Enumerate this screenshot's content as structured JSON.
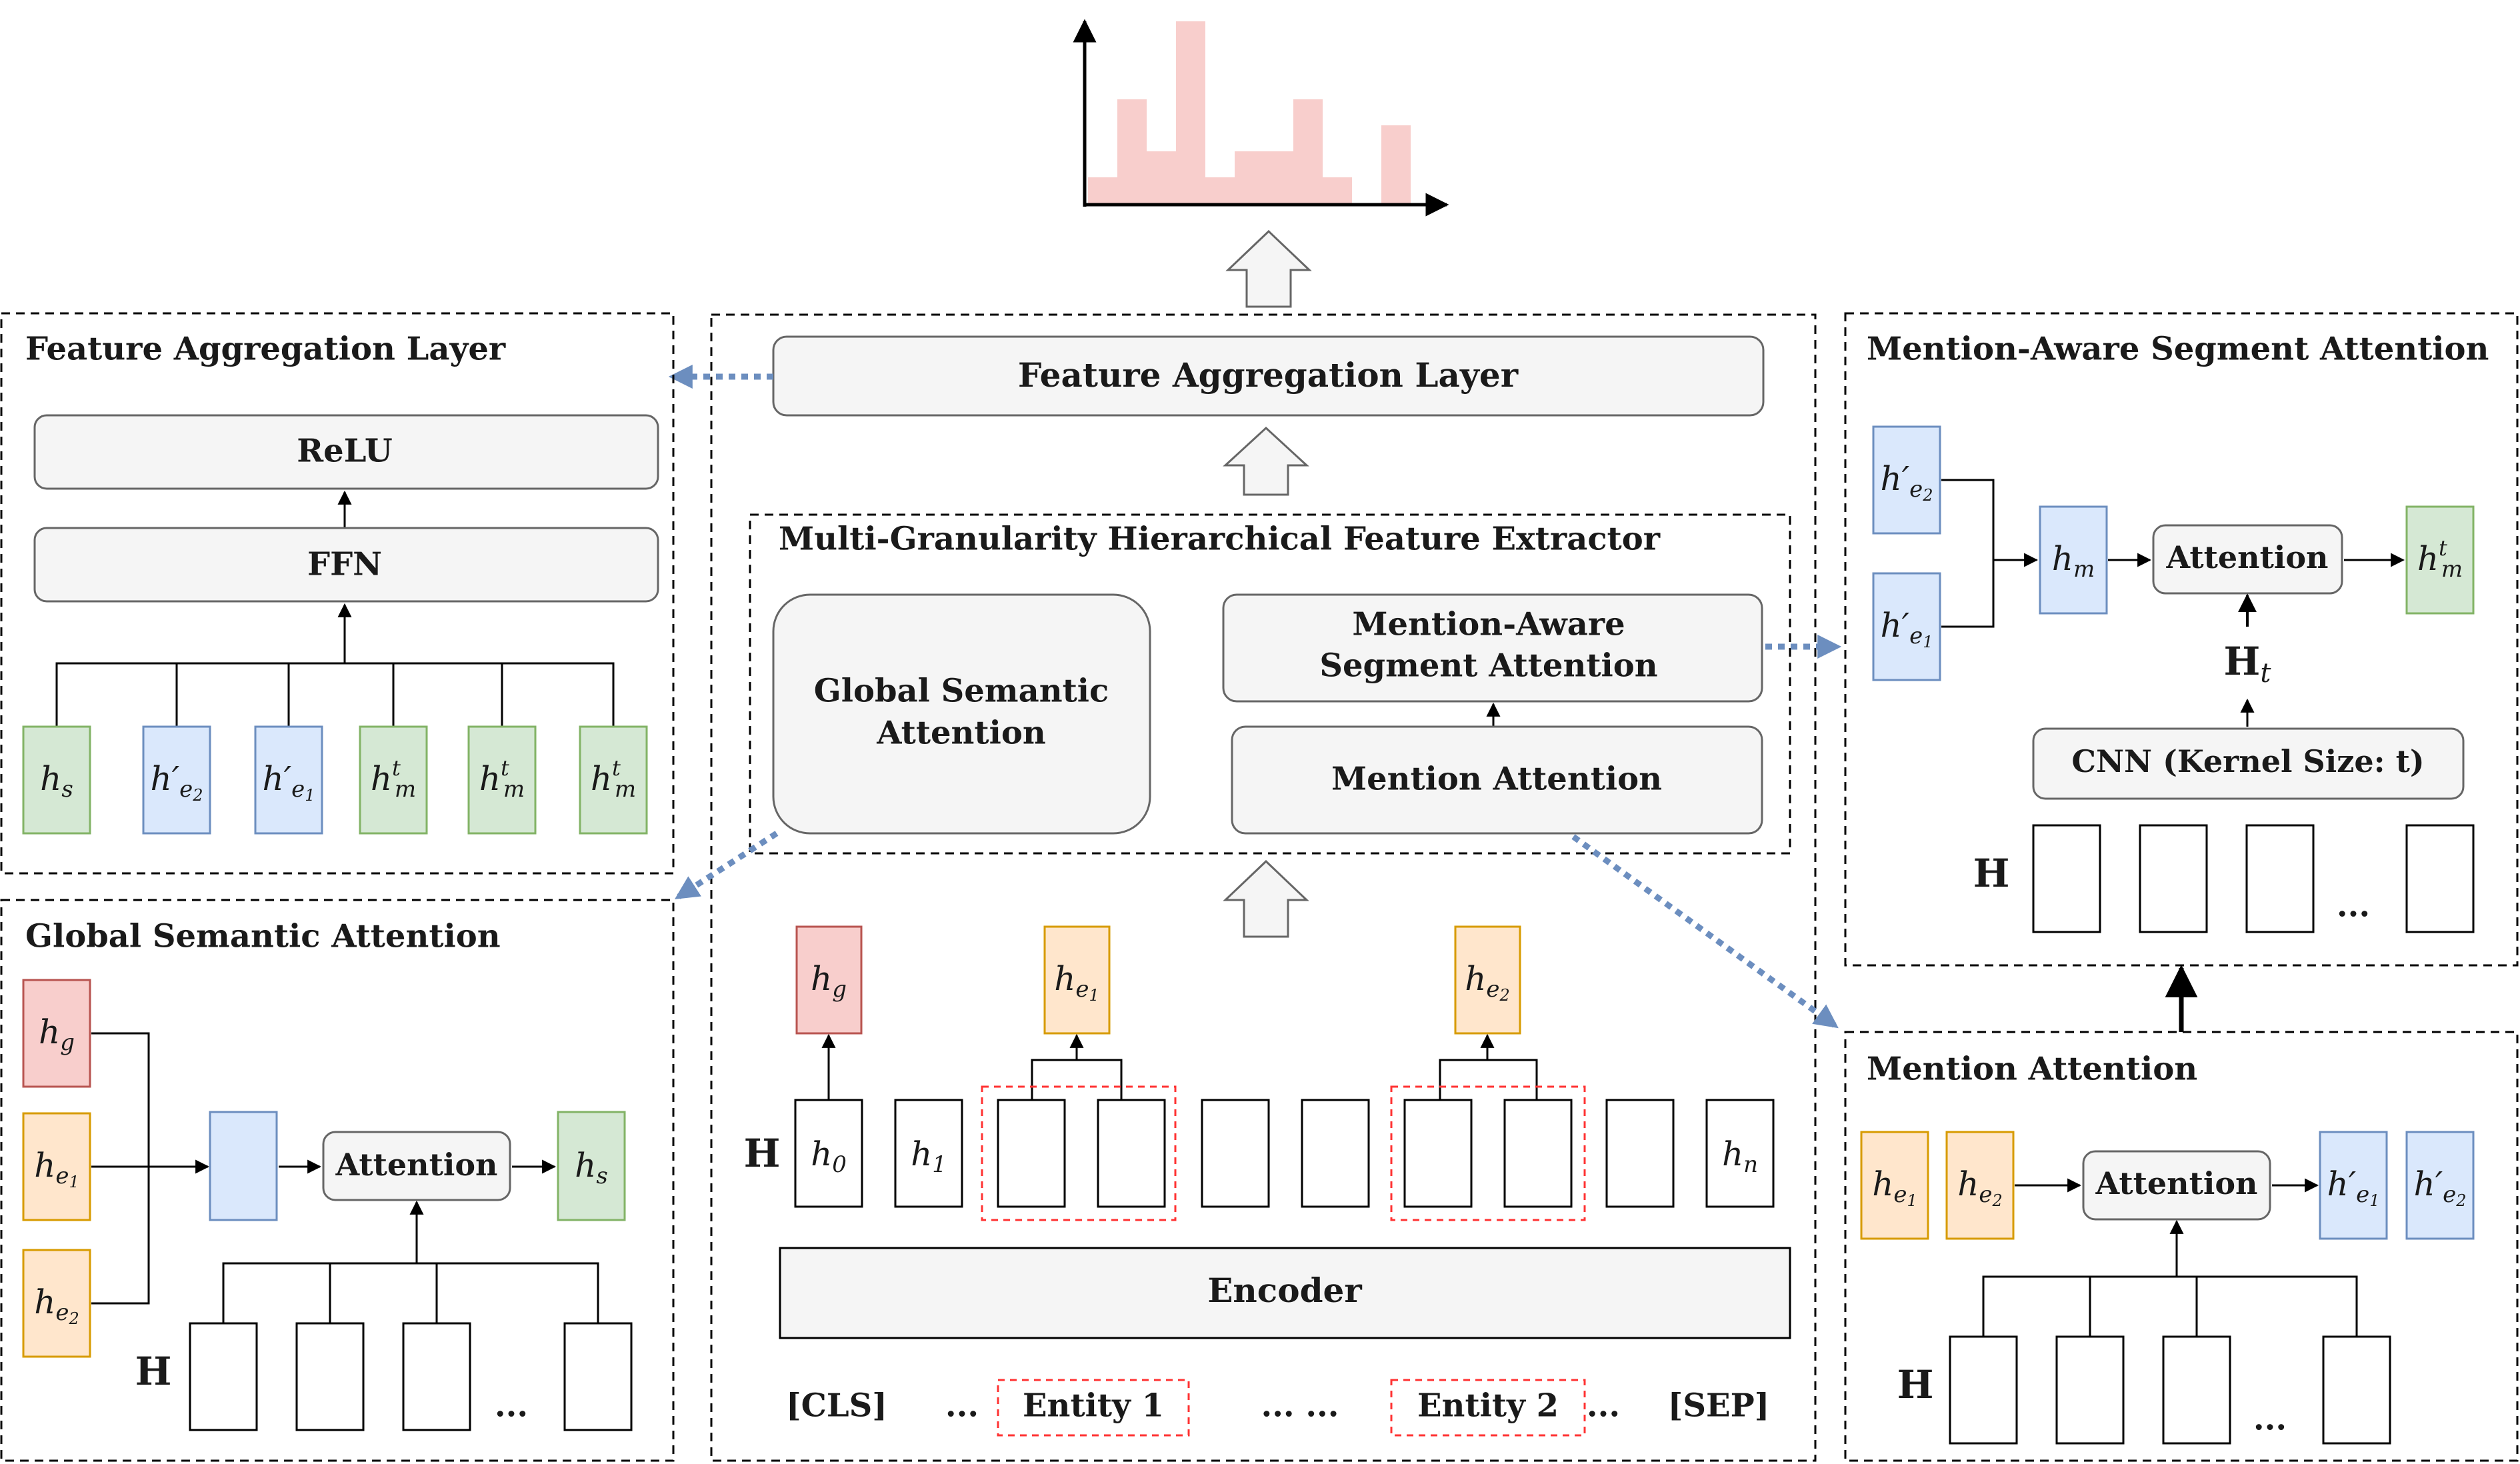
{
  "colors": {
    "green_fill": "#d5e8d4",
    "green_stroke": "#82b366",
    "blue_fill": "#dae8fc",
    "blue_stroke": "#6c8ebf",
    "orange_fill": "#ffe6cc",
    "orange_stroke": "#d79b00",
    "red_fill": "#f8cecc",
    "red_stroke": "#b85450",
    "module_fill": "#f5f5f5",
    "module_stroke": "#666666",
    "arrow_blue": "#6c8ebf",
    "entity_dash": "#ff3333",
    "hist_bar": "#f8cecc"
  },
  "histogram": {
    "values": [
      1,
      4,
      2,
      7,
      1,
      2,
      2,
      4,
      1,
      0,
      3
    ]
  },
  "center": {
    "feature_aggregation_label": "Feature Aggregation Layer",
    "extractor_title": "Multi-Granularity Hierarchical Feature Extractor",
    "global_semantic_line1": "Global Semantic",
    "global_semantic_line2": "Attention",
    "mention_aware_line1": "Mention-Aware",
    "mention_aware_line2": "Segment Attention",
    "mention_attention_label": "Mention Attention",
    "encoder_label": "Encoder",
    "H_label": "H",
    "tokens": {
      "cls": "[CLS]",
      "dots1": "...",
      "entity1": "Entity 1",
      "dots2": "... ...",
      "entity2": "Entity 2",
      "dots3": "...",
      "sep": "[SEP]"
    }
  },
  "panel_feature_aggregation": {
    "title": "Feature Aggregation Layer",
    "relu_label": "ReLU",
    "ffn_label": "FFN"
  },
  "panel_global_semantic": {
    "title": "Global Semantic Attention",
    "attention_label": "Attention",
    "H_label": "H",
    "dots": "..."
  },
  "panel_mention_aware": {
    "title": "Mention-Aware Segment Attention",
    "attention_label": "Attention",
    "cnn_label": "CNN (Kernel Size: t)",
    "H_label": "H",
    "dots": "..."
  },
  "panel_mention_attention": {
    "title": "Mention Attention",
    "attention_label": "Attention",
    "H_label": "H",
    "dots": "..."
  }
}
